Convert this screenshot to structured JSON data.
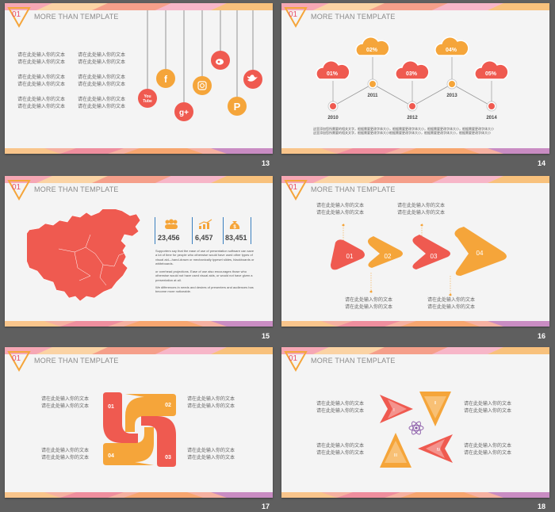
{
  "header_title": "MORE THAN TEMPLATE",
  "section_number": "01",
  "placeholder_text": "请在此处输入你的文本",
  "slides": [
    {
      "number": "13"
    },
    {
      "number": "14"
    },
    {
      "number": "15"
    },
    {
      "number": "16"
    },
    {
      "number": "17"
    },
    {
      "number": "18"
    }
  ],
  "slide13": {
    "icons": [
      "youtube-icon",
      "facebook-icon",
      "google-plus-icon",
      "instagram-icon",
      "weibo-icon",
      "pinterest-icon",
      "twitter-icon"
    ],
    "youtube_label": "You Tube",
    "facebook_label": "f",
    "googleplus_label": "g+"
  },
  "slide14": {
    "clouds": [
      "01%",
      "02%",
      "03%",
      "04%",
      "05%"
    ],
    "years": [
      "2010",
      "2011",
      "2012",
      "2013",
      "2014"
    ],
    "caption_line1": "这里添加您所需要的相关文字，根据需要更改字体大小，根据需要更改字体大小，根据需要更改字体大小，根据需要更改字体大小",
    "caption_line2": "这里添加您所需要的相关文字，根据需要更改字体大小根据需要更改字体大小，根据需要更改字体大小，根据需要更改字体大小"
  },
  "slide15": {
    "stats": [
      "23,456",
      "6,457",
      "83,451"
    ],
    "para1": "Supporters say that the ease of use of presentation software can save a lot of time for people who otherwise would have used other types of visual aid—hand-drawn or mechanically typeset slides, blackboards or whiteboards.",
    "para2": "or overhead projections. Ease of use also encourages those who otherwise would not have used visual aids, or would not have given a presentation at all.",
    "para3": "We differences in needs and desires of presenters and audiences has become more noticeable."
  },
  "slide16": {
    "arrows": [
      "01",
      "02",
      "03",
      "04"
    ]
  },
  "slide17": {
    "blocks": [
      "01",
      "02",
      "03",
      "04"
    ]
  },
  "slide18": {
    "arrow_marks": [
      "I",
      "II",
      "III",
      "IV"
    ]
  },
  "colors": {
    "coral": "#ef5a50",
    "orange": "#f5a53a",
    "pink": "#e94e6b",
    "purple": "#8a5aa8",
    "grey_text": "#666666"
  }
}
